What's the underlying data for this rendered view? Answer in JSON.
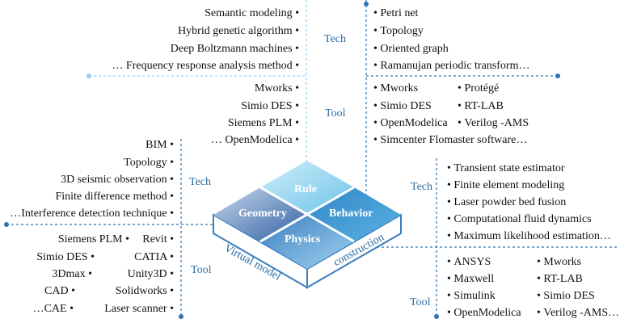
{
  "center": {
    "rule": "Rule",
    "geometry": "Geometry",
    "behavior": "Behavior",
    "physics": "Physics",
    "left_side": "Virtual model",
    "right_side": "construction"
  },
  "labels": {
    "tech": "Tech",
    "tool": "Tool"
  },
  "rule": {
    "tech_left": [
      "Semantic modeling",
      "Hybrid genetic algorithm",
      "Deep Boltzmann machines",
      "… Frequency response analysis method"
    ],
    "tech_right": [
      "Petri net",
      "Topology",
      "Oriented graph",
      "Ramanujan periodic transform…"
    ],
    "tool_left": [
      "Mworks",
      "Simio DES",
      "Siemens PLM",
      "… OpenModelica"
    ],
    "tool_right_col1": [
      "Mworks",
      "Simio DES",
      "OpenModelica"
    ],
    "tool_right_col2": [
      "Protégé",
      "RT-LAB",
      "Verilog -AMS"
    ],
    "tool_right_wide": "Simcenter Flomaster software…"
  },
  "geometry": {
    "tech": [
      "BIM",
      "Topology",
      "3D seismic observation",
      "Finite difference method",
      "…Interference detection technique"
    ],
    "tool_col1": [
      "Siemens PLM",
      "Simio DES",
      "3Dmax",
      "CAD",
      "…CAE"
    ],
    "tool_col2": [
      "Revit",
      "CATIA",
      "Unity3D",
      "Solidworks",
      "Laser scanner"
    ]
  },
  "physics": {
    "tech": [
      "Transient state estimator",
      "Finite element modeling",
      "Laser powder bed fusion",
      "Computational fluid dynamics",
      "Maximum likelihood estimation…"
    ],
    "tool_col1": [
      "ANSYS",
      "Maxwell",
      "Simulink",
      "OpenModelica"
    ],
    "tool_col2": [
      "Mworks",
      "RT-LAB",
      "Simio DES",
      "Verilog -AMS…"
    ]
  }
}
